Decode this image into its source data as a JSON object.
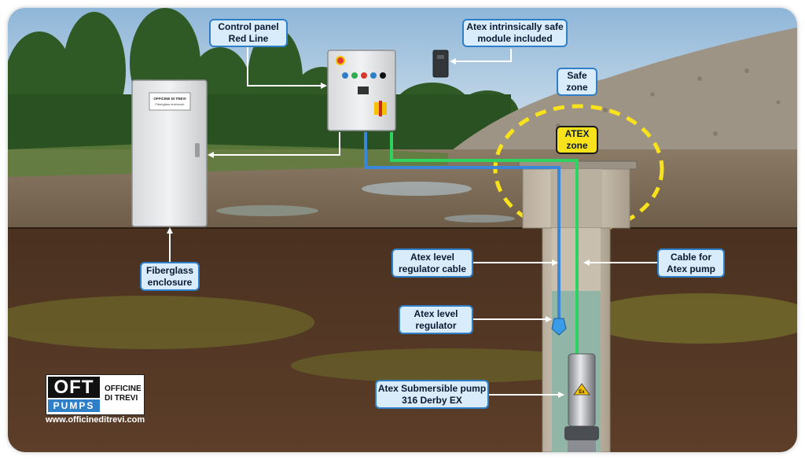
{
  "callouts": {
    "control_panel": [
      "Control panel",
      "Red Line"
    ],
    "atex_module": [
      "Atex intrinsically safe",
      "module included"
    ],
    "safe_zone": [
      "Safe",
      "zone"
    ],
    "atex_zone": [
      "ATEX",
      "zone"
    ],
    "fiberglass": [
      "Fiberglass",
      "enclosure"
    ],
    "level_cable": [
      "Atex level",
      "regulator cable"
    ],
    "pump_cable": [
      "Cable for",
      "Atex pump"
    ],
    "level_regulator": [
      "Atex level",
      "regulator"
    ],
    "submersible_pump": [
      "Atex Submersible pump",
      "316 Derby EX"
    ]
  },
  "enclosure_plate": {
    "brand": "OFFICINE DI TREVI",
    "subtitle": "Fiberglass enclosure"
  },
  "pump_marking": "Ex",
  "logo": {
    "oft": "OFT",
    "pumps": "PUMPS",
    "company_line1": "OFFICINE",
    "company_line2": "DI TREVI",
    "website": "www.officineditrevi.com"
  },
  "colors": {
    "callout_fill": "#d8ecfb",
    "callout_border": "#2f7fc8",
    "atex_yellow": "#f7e21c",
    "level_cable_blue": "#3a86d8",
    "pump_cable_green": "#2ed35f",
    "soil": "#5a3d28",
    "sky": "#9fc2de"
  }
}
